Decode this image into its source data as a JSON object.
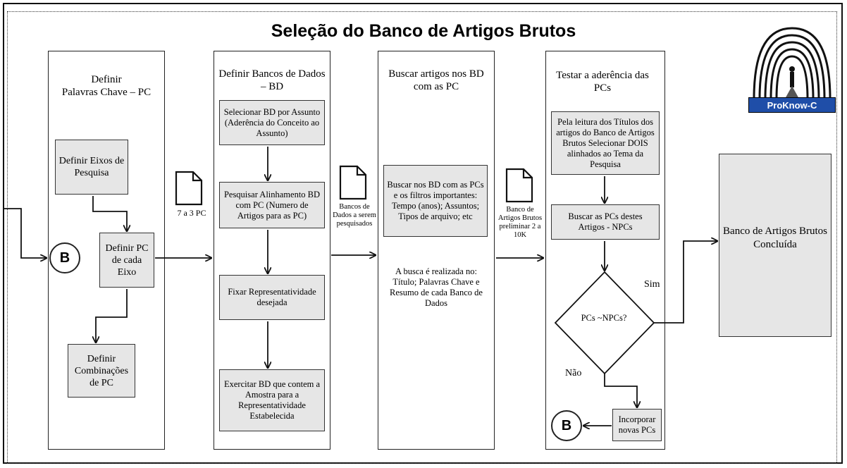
{
  "title": "Seleção do Banco de Artigos Brutos",
  "logo_text": "ProKnow-C",
  "col1": {
    "header": "Definir\nPalavras Chave – PC",
    "box_eixos": "Definir Eixos de Pesquisa",
    "box_pc_eixo": "Definir PC de cada Eixo",
    "box_combinacoes": "Definir Combinações de PC",
    "circle": "B"
  },
  "doc1_label": "7 a 3 PC",
  "col2": {
    "header": "Definir Bancos de Dados – BD",
    "box1": "Selecionar BD por Assunto (Aderência do Conceito ao Assunto)",
    "box2": "Pesquisar Alinhamento BD com PC (Numero de Artigos para as PC)",
    "box3": "Fixar Representatividade desejada",
    "box4": "Exercitar BD que contem a Amostra para a Representatividade Estabelecida"
  },
  "doc2_label": "Bancos de Dados a serem pesquisados",
  "col3": {
    "header": "Buscar artigos nos BD com as PC",
    "box1": "Buscar nos BD com as PCs e os filtros importantes: Tempo (anos); Assuntos; Tipos de arquivo; etc",
    "note": "A busca é realizada no: Título; Palavras Chave e Resumo de cada Banco de Dados"
  },
  "doc3_label": "Banco de Artigos Brutos preliminar 2 a 10K",
  "col4": {
    "header": "Testar a aderência das PCs",
    "box1": "Pela leitura dos Títulos dos artigos do Banco de Artigos Brutos Selecionar DOIS alinhados ao Tema da Pesquisa",
    "box2": "Buscar as PCs destes Artigos - NPCs",
    "diamond": "PCs ~NPCs?",
    "yes": "Sim",
    "no": "Não",
    "box3": "Incorporar novas PCs",
    "circle": "B"
  },
  "final_box": "Banco de Artigos Brutos Concluída"
}
